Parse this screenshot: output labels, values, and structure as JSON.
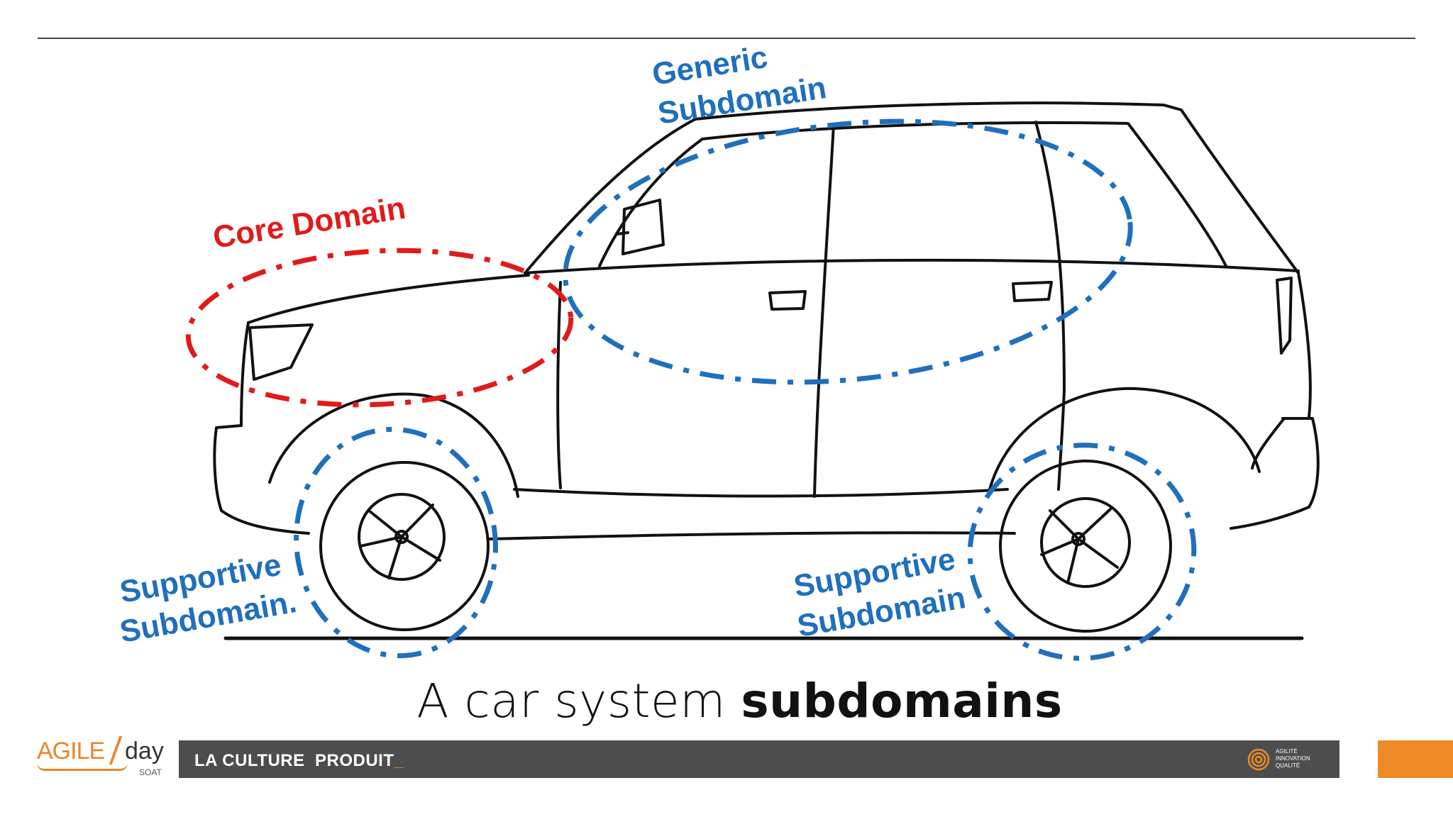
{
  "labels": {
    "generic_line1": "Generic",
    "generic_line2": "Subdomain",
    "core": "Core Domain",
    "support_left_line1": "Supportive",
    "support_left_line2": "Subdomain.",
    "support_right_line1": "Supportive",
    "support_right_line2": "Subdomain"
  },
  "caption": {
    "prefix": "A car system ",
    "bold": "subdomains"
  },
  "footer": {
    "logo_agile": "AGILE",
    "logo_day": "day",
    "logo_sub": "SOAT",
    "bar_text": "LA CULTURE  PRODUIT",
    "bar_cursor": "_",
    "badge_line1": "AGILITÉ",
    "badge_line2": "INNOVATION",
    "badge_line3": "QUALITÉ"
  },
  "colors": {
    "core": "#e11a1a",
    "generic": "#1f6fbd",
    "accent": "#f08a24",
    "bar": "#4d4d4d"
  }
}
